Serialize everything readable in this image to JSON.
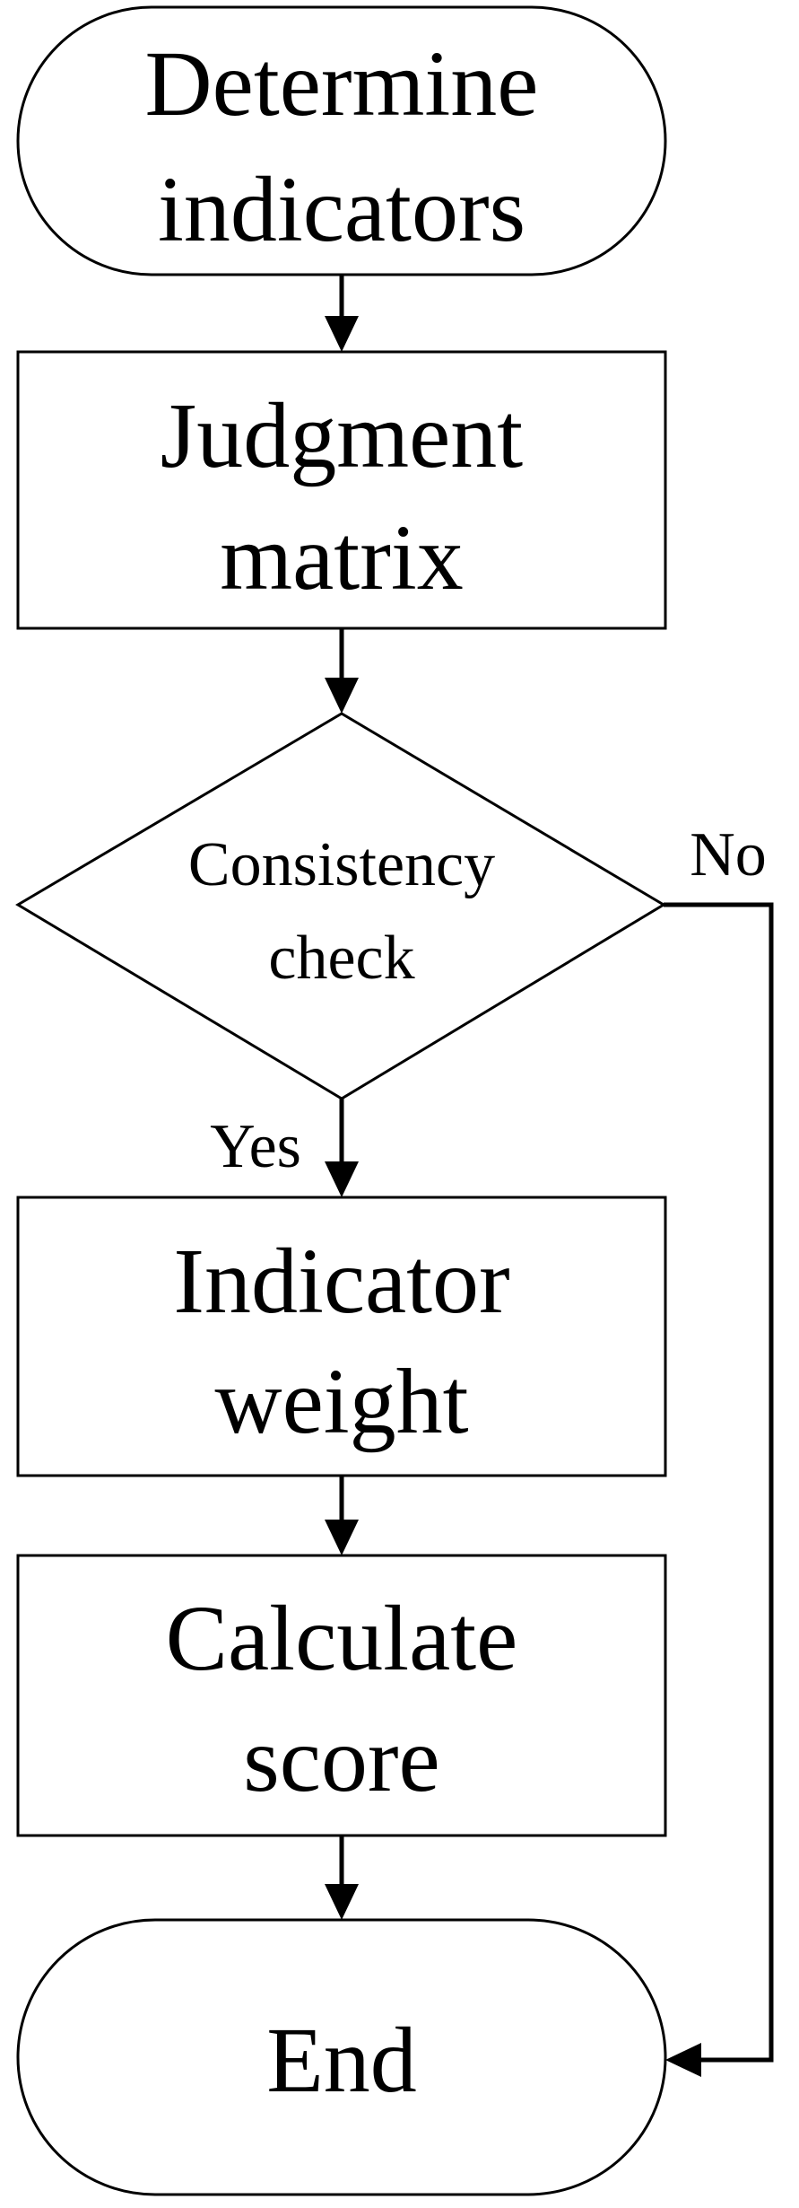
{
  "nodes": {
    "start": {
      "line1": "Determine",
      "line2": "indicators"
    },
    "judgment": {
      "line1": "Judgment",
      "line2": "matrix"
    },
    "check": {
      "line1": "Consistency",
      "line2": "check"
    },
    "weight": {
      "line1": "Indicator",
      "line2": "weight"
    },
    "score": {
      "line1": "Calculate",
      "line2": "score"
    },
    "end": {
      "label": "End"
    }
  },
  "branches": {
    "yes": "Yes",
    "no": "No"
  }
}
